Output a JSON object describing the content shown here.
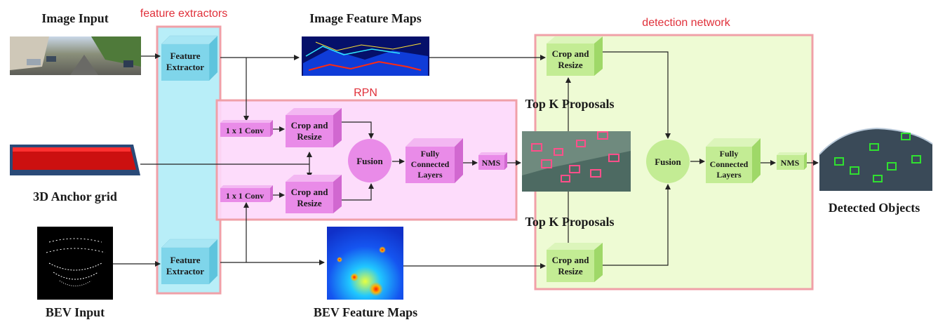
{
  "colors": {
    "region_border": "#f0a0a8",
    "region_label": "#e0303a",
    "extractor_fill": "#b8eef8",
    "rpn_fill": "#fdd8fb",
    "detection_fill": "#eefbd4",
    "box_cyan": "#7fd5ea",
    "box_magenta": "#e98be8",
    "box_green": "#c3ec94",
    "arrow": "#222222"
  },
  "labels": {
    "image_input": "Image Input",
    "anchor_grid": "3D Anchor grid",
    "bev_input": "BEV Input",
    "feature_extractors": "feature extractors",
    "image_feature_maps": "Image Feature Maps",
    "bev_feature_maps": "BEV Feature Maps",
    "rpn": "RPN",
    "detection_network": "detection network",
    "top_k_proposals_upper": "Top K Proposals",
    "top_k_proposals_lower": "Top K Proposals",
    "detected_objects": "Detected Objects"
  },
  "boxes": {
    "feature_extractor_top": [
      "Feature",
      "Extractor"
    ],
    "feature_extractor_bottom": [
      "Feature",
      "Extractor"
    ],
    "conv_top": "1 x 1 Conv",
    "conv_bottom": "1 x 1 Conv",
    "rpn_crop_top": [
      "Crop and",
      "Resize"
    ],
    "rpn_crop_bottom": [
      "Crop and",
      "Resize"
    ],
    "rpn_fusion": "Fusion",
    "rpn_fc": [
      "Fully",
      "Connected",
      "Layers"
    ],
    "rpn_nms": "NMS",
    "det_crop_top": [
      "Crop and",
      "Resize"
    ],
    "det_crop_bottom": [
      "Crop and",
      "Resize"
    ],
    "det_fusion": "Fusion",
    "det_fc": [
      "Fully",
      "Connected",
      "Layers"
    ],
    "det_nms": "NMS"
  }
}
